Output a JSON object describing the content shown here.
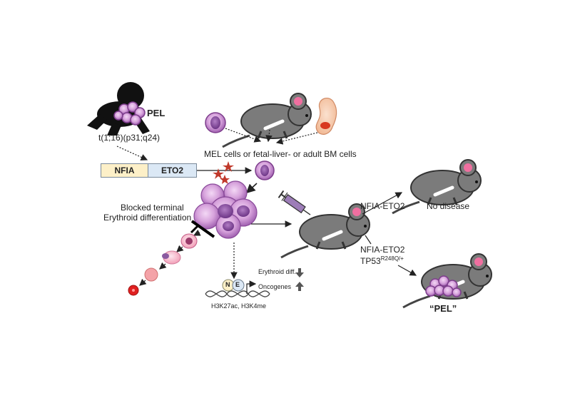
{
  "labels": {
    "pel_patient": "PEL",
    "translocation": "t(1;16)(p31;q24)",
    "cell_sources": "MEL cells or fetal-liver- or adult BM cells",
    "blocked_line1": "Blocked terminal",
    "blocked_line2": "Erythroid differentiation",
    "outcome1_label": "NFIA-ETO2",
    "outcome1_result": "No disease",
    "outcome2_label_line1": "NFIA-ETO2",
    "outcome2_label_line2": "TP53",
    "outcome2_superscript": "R248Q/+",
    "outcome2_result": "“PEL”",
    "erythroid_diff": "Erythroid diff.",
    "oncogenes": "Oncogenes",
    "histone_marks": "H3K27ac, H3K4me",
    "nucleotide_n": "N",
    "nucleotide_e": "E"
  },
  "fusion_gene": {
    "part1": "NFIA",
    "part2": "ETO2",
    "part1_color": "#fdf0c8",
    "part2_color": "#dbe8f5"
  },
  "arrows": {
    "erythroid_diff": "down",
    "oncogenes": "up"
  },
  "colors": {
    "cell_fill": "#c98fce",
    "cell_stroke": "#7d3d8c",
    "mouse_body": "#7b7b7b",
    "mouse_ear": "#f06fa0",
    "rbc": "#e02020",
    "star": "#c0392b",
    "syringe": "#9d7db8"
  }
}
